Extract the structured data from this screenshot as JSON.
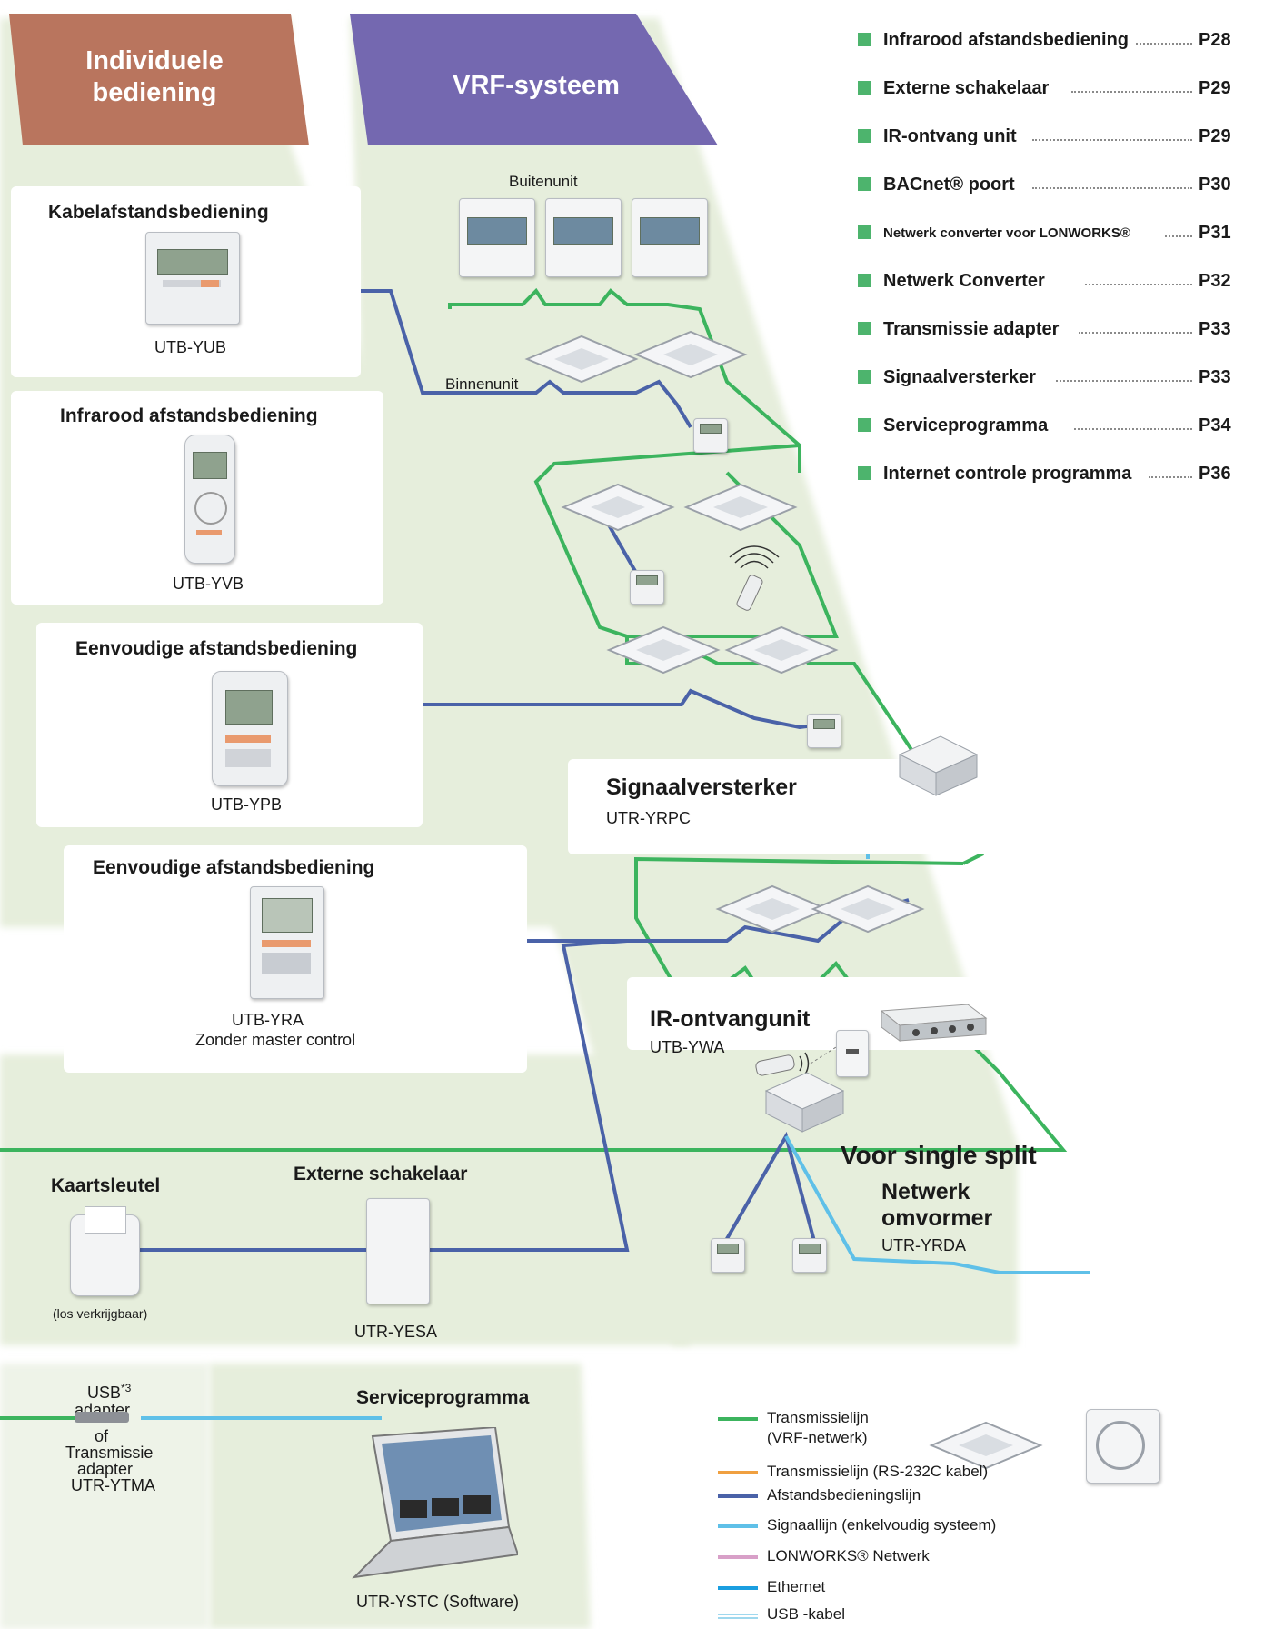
{
  "headers": {
    "individual": "Individuele\nbediening",
    "vrf": "VRF-systeem"
  },
  "units": {
    "outdoor": "Buitenunit",
    "indoor": "Binnenunit"
  },
  "devices": {
    "wired": {
      "title": "Kabelafstandsbediening",
      "model": "UTB-YUB"
    },
    "infrared": {
      "title": "Infrarood afstandsbediening",
      "model": "UTB-YVB"
    },
    "simple1": {
      "title": "Eenvoudige afstandsbediening",
      "model": "UTB-YPB"
    },
    "simple2": {
      "title": "Eenvoudige afstandsbediening",
      "model": "UTB-YRA",
      "note": "Zonder master control"
    },
    "repeater": {
      "title": "Signaalversterker",
      "model": "UTR-YRPC"
    },
    "ir_receiver": {
      "title": "IR-ontvangunit",
      "model": "UTB-YWA"
    },
    "single_split": {
      "title": "Voor single split"
    },
    "net_converter": {
      "title_line1": "Netwerk",
      "title_line2": "omvormer",
      "model": "UTR-YRDA"
    },
    "card_key": {
      "title": "Kaartsleutel",
      "note": "(los verkrijgbaar)"
    },
    "ext_switch": {
      "title": "Externe schakelaar",
      "model": "UTR-YESA"
    },
    "service": {
      "title": "Serviceprogramma",
      "model": "UTR-YSTC (Software)"
    },
    "usb": {
      "line1": "USB",
      "sup": "*3",
      "line2": "adapter",
      "line3": "of",
      "line4": "Transmissie",
      "line5": "adapter",
      "line6": "UTR-YTMA"
    }
  },
  "index": {
    "bullet_color": "#4db46d",
    "items": [
      {
        "label": "Infrarood afstandsbediening",
        "page": "P28"
      },
      {
        "label": "Externe schakelaar",
        "page": "P29"
      },
      {
        "label": "IR-ontvang unit",
        "page": "P29"
      },
      {
        "label": "BACnet® poort",
        "page": "P30"
      },
      {
        "label": "Netwerk converter voor LONWORKS®",
        "page": "P31"
      },
      {
        "label": "Netwerk Converter",
        "page": "P32"
      },
      {
        "label": "Transmissie adapter",
        "page": "P33"
      },
      {
        "label": "Signaalversterker",
        "page": "P33"
      },
      {
        "label": "Serviceprogramma",
        "page": "P34"
      },
      {
        "label": "Internet controle programma",
        "page": "P36"
      }
    ]
  },
  "legend": [
    {
      "label": "Transmissielijn",
      "label2": "(VRF-netwerk)",
      "color": "#3cb45e"
    },
    {
      "label": "Transmissielijn (RS-232C kabel)",
      "color": "#f0a040"
    },
    {
      "label": "Afstandsbedieningslijn",
      "color": "#4a62a8"
    },
    {
      "label": "Signaallijn (enkelvoudig systeem)",
      "color": "#5fc0e8"
    },
    {
      "label": "LONWORKS® Netwerk",
      "color": "#d8a0c8"
    },
    {
      "label": "Ethernet",
      "color": "#1a9ee0"
    },
    {
      "label": "USB -kabel",
      "color": "#9fd8ee"
    }
  ],
  "colors": {
    "individual_header": "#b9755e",
    "vrf_header": "#7468b0",
    "panel": "#e6eedc",
    "transmission": "#3cb45e",
    "remote_line": "#4a62a8",
    "signal_line": "#5fc0e8"
  }
}
